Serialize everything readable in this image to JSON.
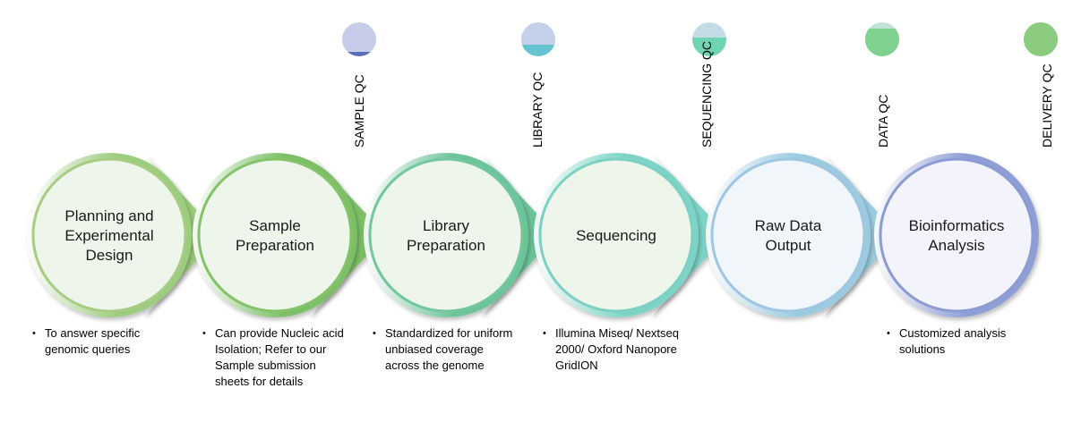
{
  "stages": [
    {
      "lines": [
        "Planning and",
        "Experimental",
        "Design"
      ],
      "description": "To answer specific genomic queries"
    },
    {
      "lines": [
        "Sample",
        "Preparation"
      ],
      "description": "Can provide Nucleic acid Isolation; Refer to our Sample submission sheets for details"
    },
    {
      "lines": [
        "Library",
        "Preparation"
      ],
      "description": "Standardized for uniform unbiased coverage across the genome"
    },
    {
      "lines": [
        "Sequencing"
      ],
      "description": "Illumina Miseq/ Nextseq 2000/ Oxford Nanopore GridION"
    },
    {
      "lines": [
        "Raw Data",
        "Output"
      ],
      "description": ""
    },
    {
      "lines": [
        "Bioinformatics",
        "Analysis"
      ],
      "description": "Customized analysis solutions"
    }
  ],
  "qc_checkpoints": [
    {
      "label": "SAMPLE QC",
      "fill_level": 0.15
    },
    {
      "label": "LIBRARY QC",
      "fill_level": 0.35
    },
    {
      "label": "SEQUENCING QC",
      "fill_level": 0.55
    },
    {
      "label": "DATA QC",
      "fill_level": 0.8
    },
    {
      "label": "DELIVERY QC",
      "fill_level": 1.0
    }
  ],
  "colors": {
    "circle_outlines": [
      "#a8cc84",
      "#85c36a",
      "#74c69d",
      "#7dd1c4",
      "#9fc6e3",
      "#8c9bd3"
    ],
    "circle_fill": "#eef6ec",
    "ring_fill": [
      "#9ccc7e",
      "#7bbf66",
      "#6cc49a",
      "#7cd3c6",
      "#9ccbe0",
      "#8f9fd6"
    ],
    "qc_bg": [
      "#c7cce9",
      "#c5d1e8",
      "#c4dce6",
      "#c2e2d6",
      "#c2e0c2"
    ],
    "qc_fill": [
      "#5a6db8",
      "#66c4d1",
      "#6fd4b4",
      "#7fd190",
      "#8acb7f"
    ]
  }
}
